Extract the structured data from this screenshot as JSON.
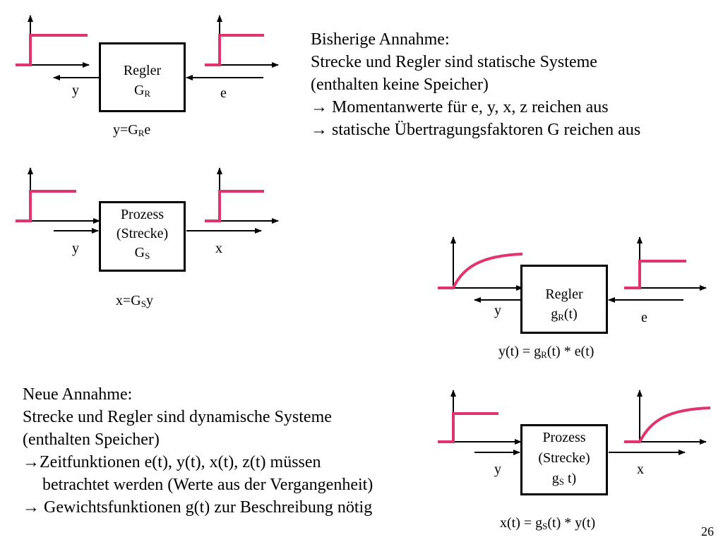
{
  "colors": {
    "signal": "#e0336f",
    "line": "#000000",
    "background": "#ffffff"
  },
  "block_regler_static": {
    "title": "Regler",
    "symbol": "G",
    "subscript": "R"
  },
  "block_strecke_static": {
    "line1": "Prozess",
    "line2": "(Strecke)",
    "symbol": "G",
    "subscript": "S"
  },
  "block_regler_dynamic": {
    "title": "Regler",
    "symbol": "g",
    "subscript": "R",
    "suffix": "(t)"
  },
  "block_strecke_dynamic": {
    "line1": "Prozess",
    "line2": "(Strecke)",
    "symbol": "g",
    "subscript": "S",
    "suffix": " t)"
  },
  "labels": {
    "y": "y",
    "e": "e",
    "x": "x"
  },
  "equations": {
    "regler_static": {
      "a": "y=G",
      "sub": "R",
      "b": "e"
    },
    "strecke_static": {
      "a": "x=G",
      "sub": "S",
      "b": "y"
    },
    "regler_dynamic": {
      "a": "y(t) = g",
      "sub": "R",
      "b": "(t) * e(t)"
    },
    "strecke_dynamic": {
      "a": "x(t) = g",
      "sub": "S",
      "b": "(t) * y(t)"
    }
  },
  "text_previous": {
    "line1": "Bisherige Annahme:",
    "line2": "Strecke und Regler sind statische Systeme",
    "line3": "(enthalten keine Speicher)",
    "line4": "Momentanwerte für e, y, x, z reichen aus",
    "line5": "statische Übertragungsfaktoren G reichen aus"
  },
  "text_new": {
    "line1": "Neue Annahme:",
    "line2": "Strecke und Regler sind dynamische Systeme",
    "line3": "(enthalten Speicher)",
    "line4": "Zeitfunktionen e(t), y(t), x(t), z(t) müssen",
    "line5": "betrachtet werden (Werte aus der Vergangenheit)",
    "line6": "Gewichtsfunktionen g(t) zur Beschreibung nötig"
  },
  "arrow_glyph": "→",
  "page_number": "26"
}
